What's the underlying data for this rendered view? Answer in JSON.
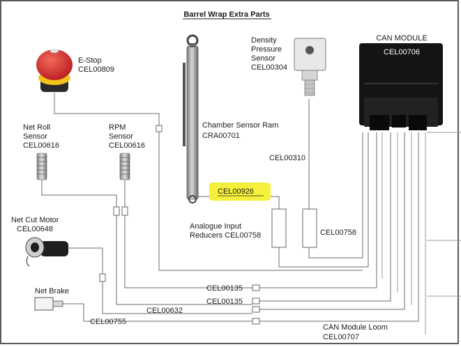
{
  "title": "Barrel Wrap Extra Parts",
  "components": {
    "estop": {
      "name": "E-Stop",
      "code": "CEL00809"
    },
    "net_roll_sensor": {
      "line1": "Net Roll",
      "line2": "Sensor",
      "code": "CEL00616"
    },
    "rpm_sensor": {
      "line1": "RPM",
      "line2": "Sensor",
      "code": "CEL00616"
    },
    "net_cut_motor": {
      "name": "Net Cut Motor",
      "code": "CEL00648"
    },
    "net_brake": {
      "name": "Net Brake"
    },
    "density_sensor": {
      "line1": "Density",
      "line2": "Pressure",
      "line3": "Sensor",
      "code": "CEL00304"
    },
    "chamber_ram": {
      "name": "Chamber Sensor Ram",
      "code": "CRA00701"
    },
    "can_module": {
      "name": "CAN MODULE",
      "code": "CEL00706"
    },
    "analogue_reducers": {
      "line1": "Analogue Input",
      "line2": "Reducers CEL00758"
    },
    "reducer2": {
      "code": "CEL00758"
    },
    "can_loom": {
      "name": "CAN Module Loom",
      "code": "CEL00707"
    }
  },
  "cables": {
    "density_cable": "CEL00310",
    "ram_cable": "CEL00926",
    "cable_a": "CEL00135",
    "cable_b": "CEL00135",
    "cable_c": "CEL00632",
    "cable_d": "CEL00755"
  },
  "colors": {
    "highlight": "#f5f03c",
    "estop_red": "#d9232a",
    "estop_yellow": "#f2c21b",
    "module_black": "#141414"
  }
}
